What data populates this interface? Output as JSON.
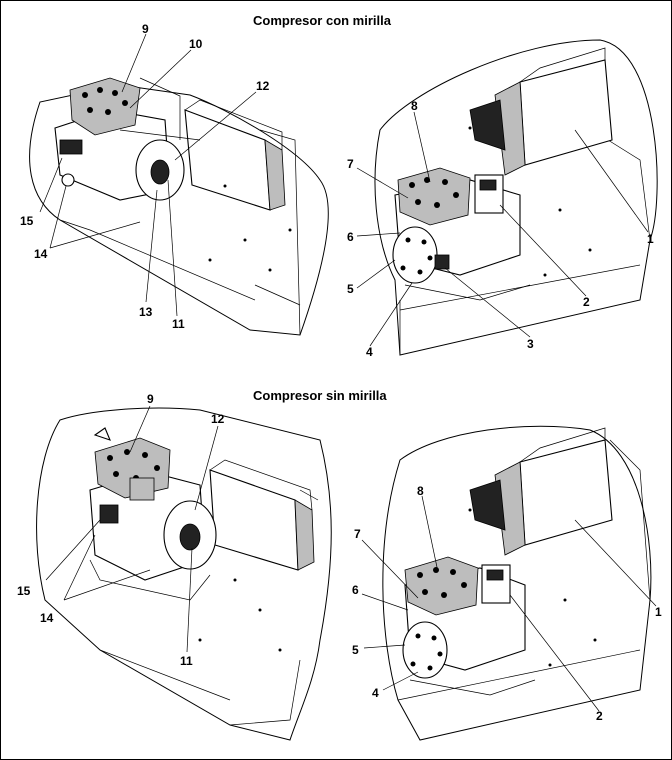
{
  "sections": {
    "top_title": "Compresor con mirilla",
    "bottom_title": "Compresor sin mirilla"
  },
  "callouts": {
    "top_left": [
      "9",
      "10",
      "12",
      "15",
      "14",
      "13",
      "11"
    ],
    "top_right": [
      "8",
      "7",
      "6",
      "5",
      "4",
      "3",
      "2",
      "1"
    ],
    "bottom_left": [
      "9",
      "12",
      "15",
      "14",
      "11"
    ],
    "bottom_right": [
      "8",
      "7",
      "6",
      "5",
      "4",
      "2",
      "1"
    ]
  }
}
